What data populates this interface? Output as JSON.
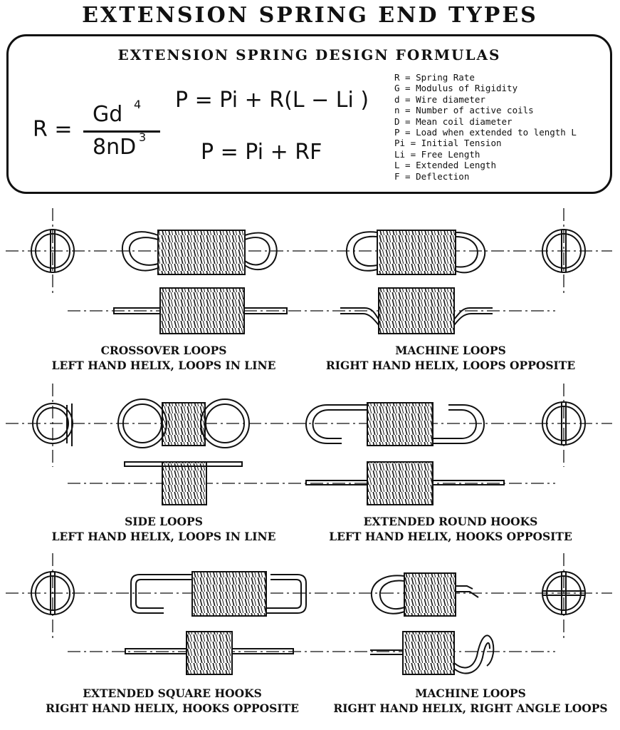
{
  "title": "EXTENSION SPRING END TYPES",
  "formulas": {
    "box_title": "EXTENSION SPRING DESIGN FORMULAS",
    "rate_lhs": "R =",
    "rate_num": "Gd",
    "rate_num_exp": "4",
    "rate_den": "8nD",
    "rate_den_exp": "3",
    "load_1": "P = Pi + R(L − Li )",
    "load_2": "P = Pi + RF"
  },
  "legend": [
    "R = Spring Rate",
    "G = Modulus of Rigidity",
    "d = Wire diameter",
    "n = Number of active coils",
    "D = Mean coil diameter",
    "P = Load when extended to length L",
    "Pi = Initial Tension",
    "Li = Free Length",
    "L = Extended Length",
    "F = Deflection"
  ],
  "end_types": [
    {
      "name": "CROSSOVER LOOPS",
      "desc": "LEFT HAND HELIX, LOOPS IN LINE"
    },
    {
      "name": "MACHINE LOOPS",
      "desc": "RIGHT HAND HELIX, LOOPS OPPOSITE"
    },
    {
      "name": "SIDE LOOPS",
      "desc": "LEFT HAND HELIX, LOOPS IN LINE"
    },
    {
      "name": "EXTENDED ROUND HOOKS",
      "desc": "LEFT HAND HELIX, HOOKS OPPOSITE"
    },
    {
      "name": "EXTENDED SQUARE HOOKS",
      "desc": "RIGHT HAND HELIX, HOOKS OPPOSITE"
    },
    {
      "name": "MACHINE LOOPS",
      "desc": "RIGHT HAND HELIX, RIGHT ANGLE LOOPS"
    }
  ]
}
